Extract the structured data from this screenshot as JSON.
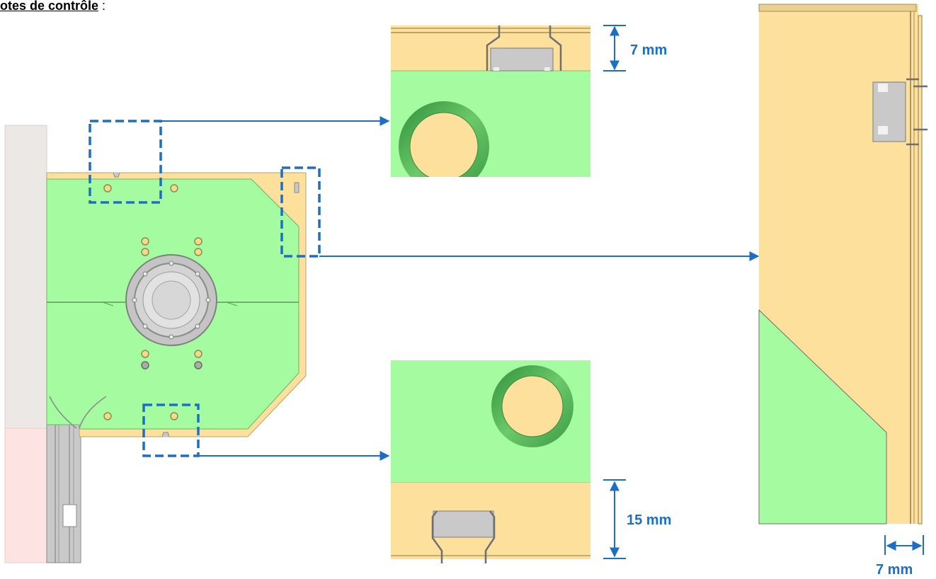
{
  "title": {
    "text": "otes de contrôle",
    "suffix": " :"
  },
  "dimensions": {
    "top_detail": "7 mm",
    "bottom_detail": "15 mm",
    "side_detail": "7 mm"
  },
  "colors": {
    "pcb_green": "#a5fca0",
    "housing_yellow": "#fde09c",
    "callout_blue": "#1c6fc4"
  }
}
